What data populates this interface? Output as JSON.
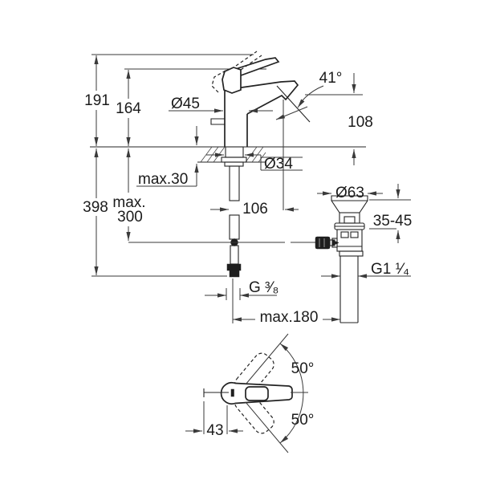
{
  "drawing": {
    "labels": {
      "height_overall": "191",
      "height_lever": "164",
      "body_diameter": "Ø45",
      "spout_angle": "41°",
      "spout_height": "108",
      "hole_diameter": "Ø34",
      "deck_max": "max.30",
      "supply_length": "398",
      "rod_max_line1": "max.",
      "rod_max_line2": "300",
      "spout_projection": "106",
      "waste_flange_diameter": "Ø63",
      "deck_range": "35-45",
      "waste_thread": "G1 ¹⁄₄",
      "supply_thread": "G ³⁄₈",
      "max_reach": "max.180",
      "handle_angle_up": "50°",
      "handle_angle_down": "50°",
      "handle_offset": "43"
    },
    "colors": {
      "line": "#3a3a3a",
      "object_line": "#232323",
      "text": "#1b1b1b",
      "background": "#ffffff"
    }
  }
}
